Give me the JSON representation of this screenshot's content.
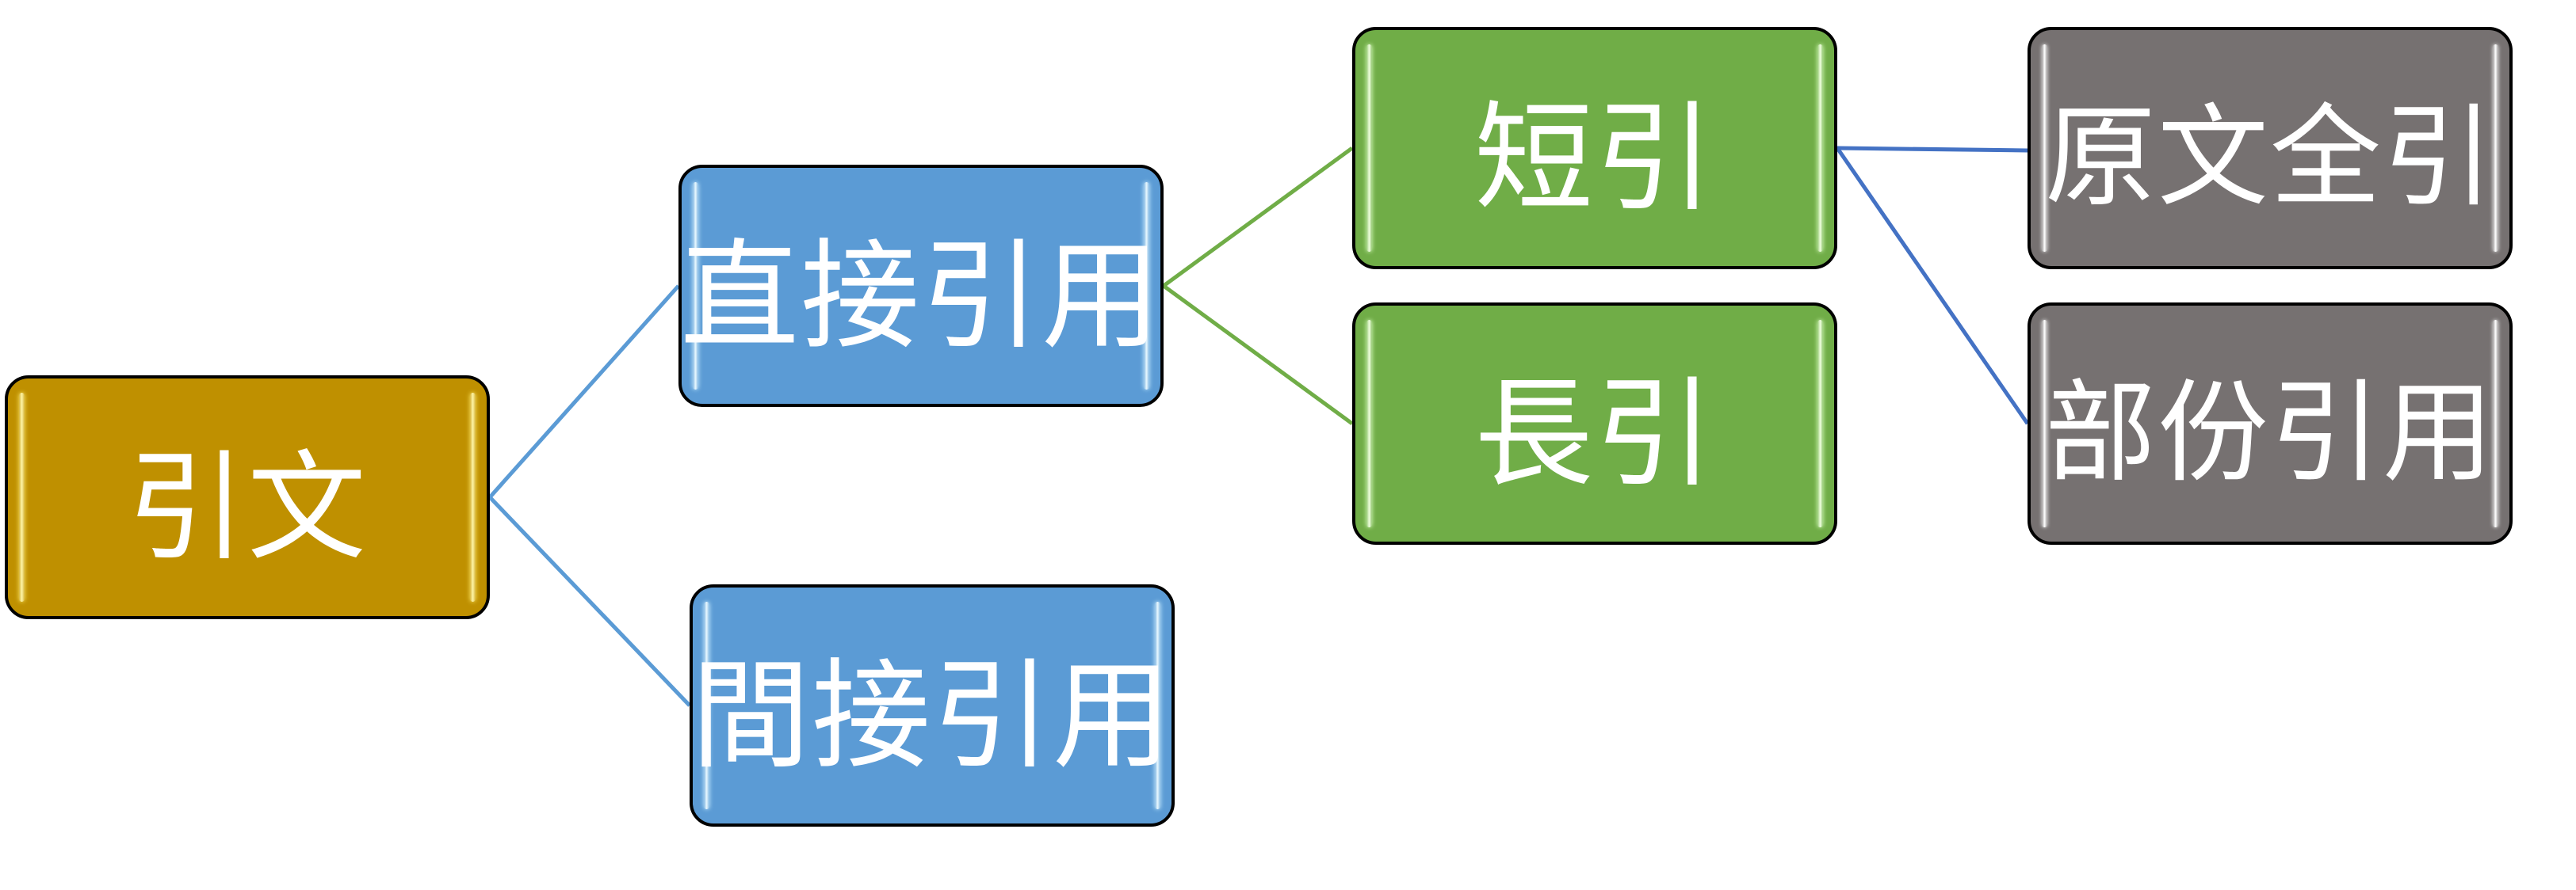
{
  "diagram": {
    "nodes": {
      "root": {
        "label": "引文",
        "color": "#bf9000"
      },
      "direct": {
        "label": "直接引用",
        "color": "#5b9bd5"
      },
      "indirect": {
        "label": "間接引用",
        "color": "#5b9bd5"
      },
      "short": {
        "label": "短引",
        "color": "#70ad47"
      },
      "long": {
        "label": "長引",
        "color": "#70ad47"
      },
      "full": {
        "label": "原文全引",
        "color": "#767171"
      },
      "partial": {
        "label": "部份引用",
        "color": "#767171"
      }
    },
    "edges": [
      {
        "from": "root",
        "to": "direct",
        "color": "#5b9bd5"
      },
      {
        "from": "root",
        "to": "indirect",
        "color": "#5b9bd5"
      },
      {
        "from": "direct",
        "to": "short",
        "color": "#70ad47"
      },
      {
        "from": "direct",
        "to": "long",
        "color": "#70ad47"
      },
      {
        "from": "short",
        "to": "full",
        "color": "#4472c4"
      },
      {
        "from": "short",
        "to": "partial",
        "color": "#4472c4"
      }
    ]
  }
}
